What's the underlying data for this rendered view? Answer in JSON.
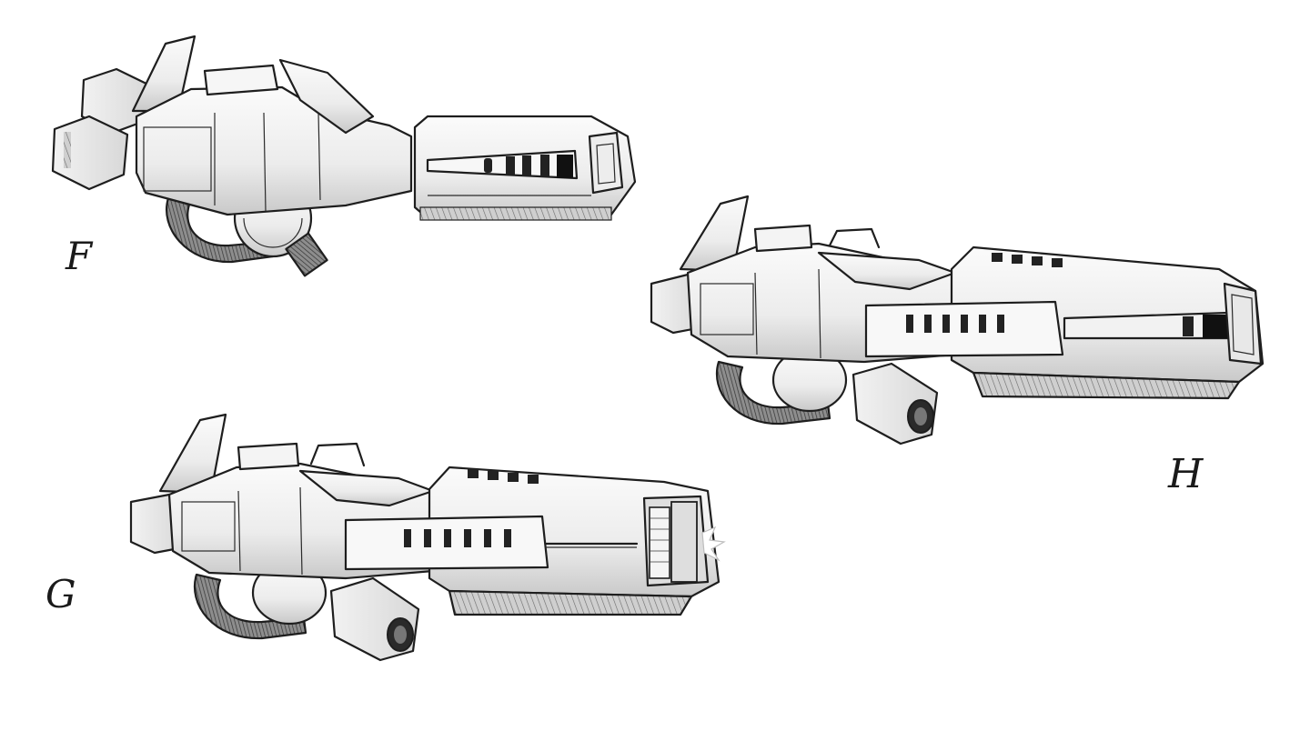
{
  "sketches": [
    {
      "id": "F",
      "label": "F"
    },
    {
      "id": "H",
      "label": "H"
    },
    {
      "id": "G",
      "label": "G"
    }
  ],
  "colors": {
    "paper": "#ffffff",
    "ink": "#1e1e1e",
    "shade_light": "#eeeeee",
    "shade_mid": "#d4d4d4",
    "shade_dark": "#a8a8a8"
  }
}
